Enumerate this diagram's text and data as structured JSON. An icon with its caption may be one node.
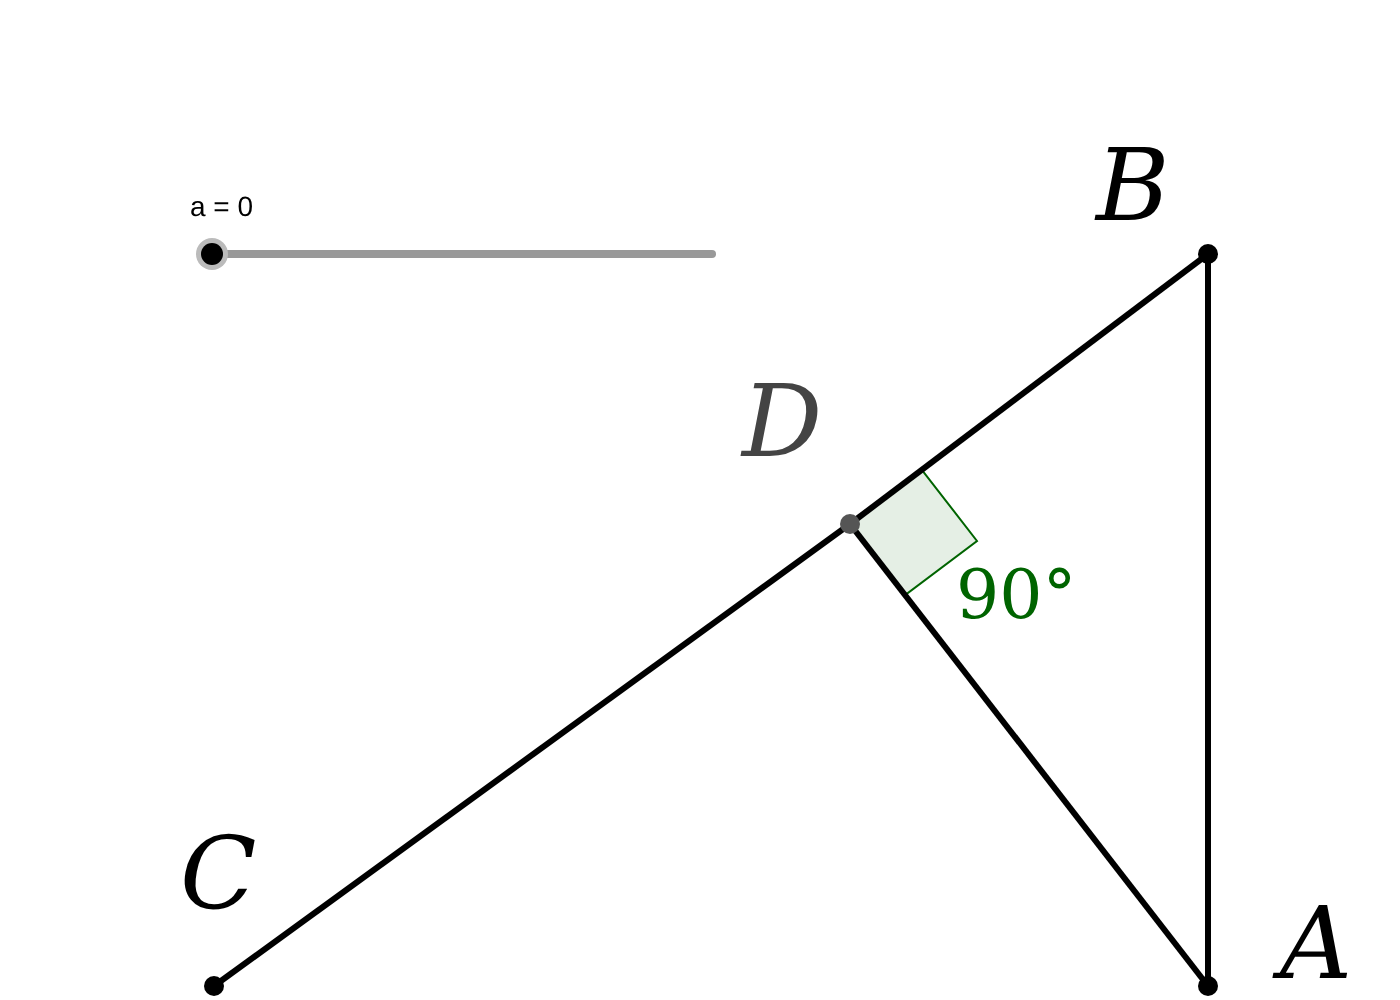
{
  "diagram": {
    "nodes": [
      {
        "text": [
          "B"
        ]
      },
      {
        "text": [
          "D"
        ]
      },
      {
        "text": [
          "C"
        ]
      },
      {
        "text": [
          "A"
        ]
      },
      {
        "text": [
          "a = 0"
        ]
      }
    ],
    "edges": [
      {
        "from": 2,
        "to": 1,
        "arrow": "none"
      },
      {
        "from": 1,
        "to": 0,
        "arrow": "none"
      },
      {
        "from": 0,
        "to": 3,
        "arrow": "none"
      },
      {
        "from": 1,
        "to": 3,
        "arrow": "none"
      }
    ],
    "labels": [
      "90°"
    ]
  }
}
